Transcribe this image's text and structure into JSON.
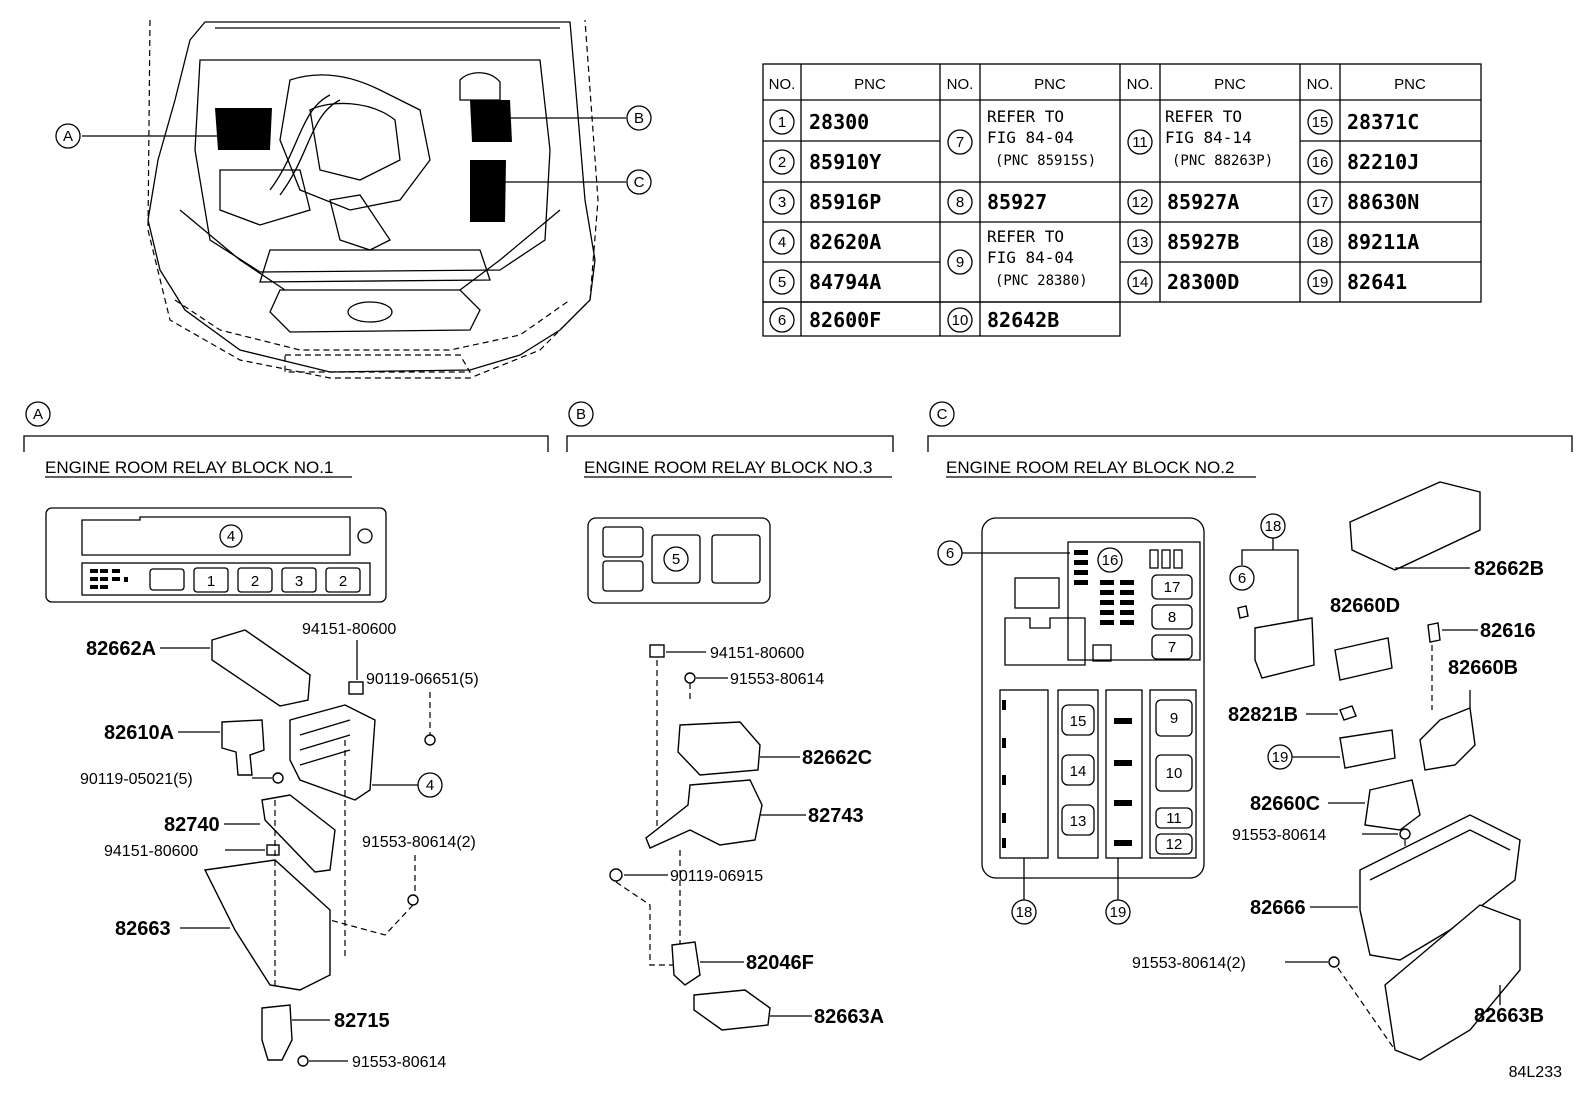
{
  "callouts": {
    "A": "A",
    "B": "B",
    "C": "C"
  },
  "table": {
    "headers": [
      "NO.",
      "PNC",
      "NO.",
      "PNC",
      "NO.",
      "PNC",
      "NO.",
      "PNC"
    ],
    "col1": [
      {
        "no": "1",
        "pnc": "28300"
      },
      {
        "no": "2",
        "pnc": "85910Y"
      },
      {
        "no": "3",
        "pnc": "85916P"
      },
      {
        "no": "4",
        "pnc": "82620A"
      },
      {
        "no": "5",
        "pnc": "84794A"
      },
      {
        "no": "6",
        "pnc": "82600F"
      }
    ],
    "col2": [
      {
        "no": "7",
        "l1": "REFER TO",
        "l2": "FIG 84-04",
        "l3": "(PNC 85915S)"
      },
      {
        "no": "8",
        "pnc": "85927"
      },
      {
        "no": "9",
        "l1": "REFER TO",
        "l2": "FIG 84-04",
        "l3": "(PNC 28380)"
      },
      {
        "no": "10",
        "pnc": "82642B"
      }
    ],
    "col3": [
      {
        "no": "11",
        "l1": "REFER TO",
        "l2": "FIG 84-14",
        "l3": "(PNC 88263P)"
      },
      {
        "no": "12",
        "pnc": "85927A"
      },
      {
        "no": "13",
        "pnc": "85927B"
      },
      {
        "no": "14",
        "pnc": "28300D"
      }
    ],
    "col4": [
      {
        "no": "15",
        "pnc": "28371C"
      },
      {
        "no": "16",
        "pnc": "82210J"
      },
      {
        "no": "17",
        "pnc": "88630N"
      },
      {
        "no": "18",
        "pnc": "89211A"
      },
      {
        "no": "19",
        "pnc": "82641"
      }
    ]
  },
  "sections": {
    "a": {
      "letter": "A",
      "title": "ENGINE ROOM RELAY BLOCK NO.1"
    },
    "b": {
      "letter": "B",
      "title": "ENGINE ROOM RELAY BLOCK NO.3"
    },
    "c": {
      "letter": "C",
      "title": "ENGINE ROOM RELAY BLOCK NO.2"
    }
  },
  "block_a": {
    "big": "4",
    "fuses": [
      "1",
      "2",
      "3",
      "2"
    ]
  },
  "block_b": {
    "slot": "5"
  },
  "block_c": {
    "n6": "6",
    "n16": "16",
    "n17": "17",
    "n8": "8",
    "n7": "7",
    "n15": "15",
    "n14": "14",
    "n13": "13",
    "n9": "9",
    "n10": "10",
    "n11": "11",
    "n12": "12",
    "n18": "18",
    "n19": "19"
  },
  "parts_a": {
    "p82662A": "82662A",
    "p94151a": "94151-80600",
    "p90119a": "90119-06651(5)",
    "p82610A": "82610A",
    "p90119b": "90119-05021(5)",
    "p4": "4",
    "p82740": "82740",
    "p94151b": "94151-80600",
    "p91553a": "91553-80614(2)",
    "p82663": "82663",
    "p82715": "82715",
    "p91553b": "91553-80614"
  },
  "parts_b": {
    "p94151": "94151-80600",
    "p91553": "91553-80614",
    "p82662C": "82662C",
    "p82743": "82743",
    "p90119": "90119-06915",
    "p82046F": "82046F",
    "p82663A": "82663A"
  },
  "parts_c": {
    "n18": "18",
    "n6": "6",
    "p82662B": "82662B",
    "p82660D": "82660D",
    "p82616": "82616",
    "p82660B": "82660B",
    "p82821B": "82821B",
    "n19": "19",
    "p82660C": "82660C",
    "p91553a": "91553-80614",
    "p82666": "82666",
    "p91553b": "91553-80614(2)",
    "p82663B": "82663B"
  },
  "figure_code": "84L233"
}
